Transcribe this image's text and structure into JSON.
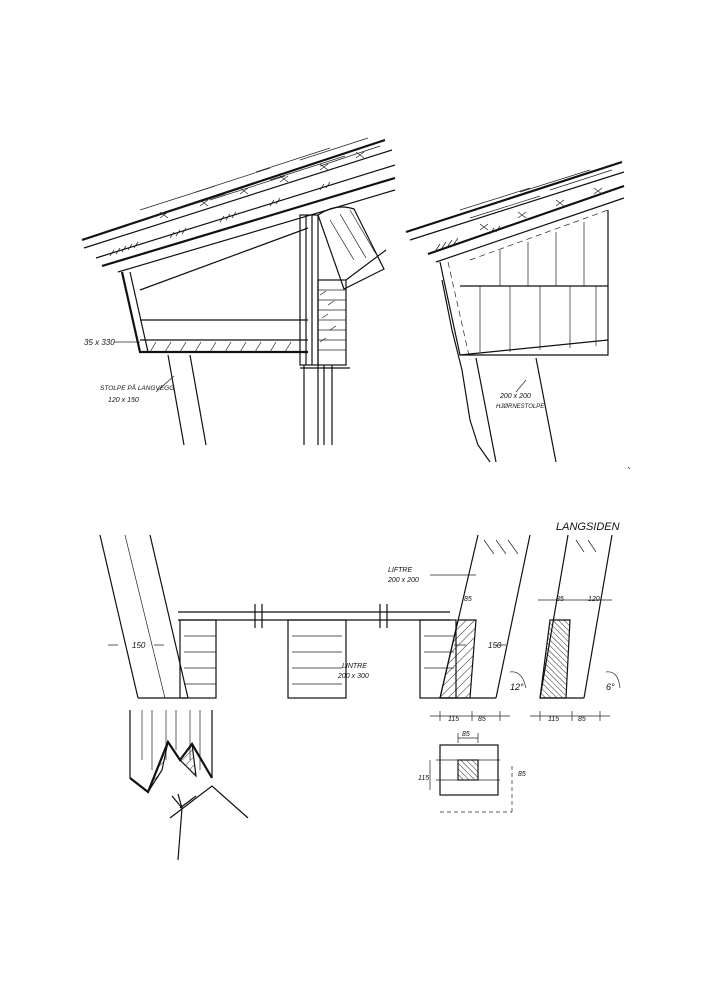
{
  "labels": {
    "rafter_size": "35 x 330",
    "post_note_line1": "STOLPE PÅ LANGVEGG",
    "post_note_line2": "120 x 150",
    "corner_post_line1": "200 x 200",
    "corner_post_line2": "HJØRNESTOLPE",
    "langsiden": "LANGSIDEN",
    "liftre_line1": "LIFTRE",
    "liftre_line2": "200 x 200",
    "lintre_line1": "LINTRE",
    "lintre_line2": "200 x 300",
    "dim_150_left": "150",
    "dim_150_mid": "150",
    "dim_85_top": "85",
    "dim_85_top2": "85",
    "dim_120_top": "120",
    "angle_12": "12°",
    "angle_6": "6°",
    "dim_115_a": "115",
    "dim_85_a": "85",
    "dim_115_b": "115",
    "dim_85_b": "85",
    "dim_85_sq_top": "85",
    "dim_115_sq_left": "115",
    "dim_85_sq_right": "85"
  }
}
